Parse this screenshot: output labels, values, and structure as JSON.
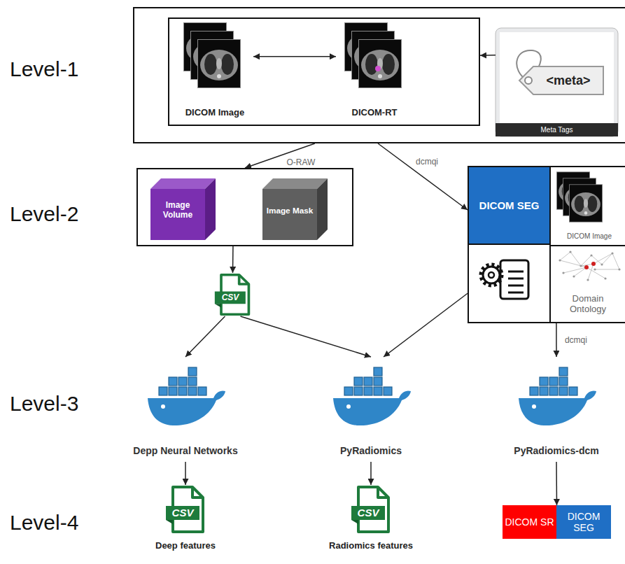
{
  "diagram": {
    "nodes": [
      {
        "text": []
      },
      {
        "text": [],
        "in": 0
      },
      {
        "text": [
          "DICOM Image"
        ],
        "in": 1
      },
      {
        "text": [
          "DICOM-RT"
        ],
        "in": 1
      },
      {
        "text": [
          "<meta>",
          "Meta Tags"
        ],
        "in": 0
      },
      {
        "text": []
      },
      {
        "text": [
          "Image Volume"
        ],
        "in": 5
      },
      {
        "text": [
          "Image Mask"
        ],
        "in": 5
      },
      {
        "text": [
          "CSV"
        ]
      },
      {
        "text": []
      },
      {
        "text": [
          "DICOM SEG"
        ],
        "in": 9
      },
      {
        "text": [
          "DICOM Image"
        ],
        "in": 9
      },
      {
        "text": [
          "Domain Ontology"
        ],
        "in": 9
      },
      {
        "text": [
          "Depp Neural Networks"
        ]
      },
      {
        "text": [
          "PyRadiomics"
        ]
      },
      {
        "text": [
          "PyRadiomics-dcm"
        ]
      },
      {
        "text": [
          "CSV",
          "Deep features"
        ]
      },
      {
        "text": [
          "CSV",
          "Radiomics features"
        ]
      },
      {
        "text": []
      },
      {
        "text": [
          "DICOM SR"
        ],
        "in": 18
      },
      {
        "text": [
          "DICOM SEG"
        ],
        "in": 18
      }
    ],
    "edges": [
      {
        "from": 2,
        "to": 3,
        "arrow": "both"
      },
      {
        "from": 4,
        "to": 1,
        "arrow": "to"
      },
      {
        "from": 0,
        "to": 5,
        "label": "O-RAW",
        "arrow": "to"
      },
      {
        "from": 0,
        "to": 9,
        "label": "dcmqi",
        "arrow": "to"
      },
      {
        "from": 5,
        "to": 8,
        "arrow": "to"
      },
      {
        "from": 8,
        "to": 13,
        "arrow": "to"
      },
      {
        "from": 8,
        "to": 14,
        "arrow": "to"
      },
      {
        "from": 9,
        "to": 14,
        "arrow": "to"
      },
      {
        "from": 9,
        "to": 15,
        "label": "dcmqi",
        "arrow": "to"
      },
      {
        "from": 13,
        "to": 16,
        "arrow": "to"
      },
      {
        "from": 14,
        "to": 17,
        "arrow": "to"
      },
      {
        "from": 15,
        "to": 18,
        "arrow": "to"
      }
    ],
    "labels": [
      "Level-1",
      "Level-2",
      "Level-3",
      "Level-4"
    ]
  }
}
